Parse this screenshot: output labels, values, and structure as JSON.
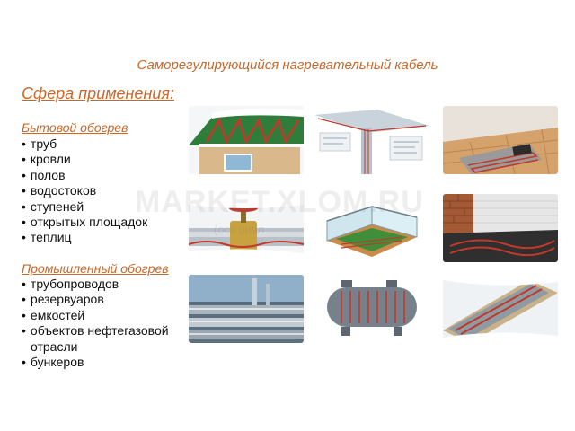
{
  "page": {
    "title": "Саморегулирующийся нагревательный кабель",
    "heading": "Сфера применения:",
    "watermark": "MARKET.XLOM.RU",
    "watermark_sub": "(оск        ривл"
  },
  "sections": [
    {
      "title": "Бытовой обогрев",
      "items": [
        "труб",
        "кровли",
        "полов",
        "водостоков",
        "ступеней",
        "открытых площадок",
        "теплиц"
      ]
    },
    {
      "title": "Промышленный обогрев",
      "items": [
        "трубопроводов",
        "резервуаров",
        "емкостей",
        "объектов нефтегазовой отрасли",
        "бункеров"
      ]
    }
  ],
  "images": [
    {
      "subject": "roof-heating-illustration"
    },
    {
      "subject": "gutter-diagram-illustration"
    },
    {
      "subject": "floor-heating-illustration"
    },
    {
      "subject": "pipe-valve-heating-illustration"
    },
    {
      "subject": "greenhouse-illustration"
    },
    {
      "subject": "wall-floor-heating-illustration"
    },
    {
      "subject": "industrial-pipelines-photo"
    },
    {
      "subject": "tank-heating-illustration"
    },
    {
      "subject": "insulated-pipe-illustration"
    }
  ],
  "colors": {
    "accent": "#c8682a",
    "cable": "#c0392b",
    "text": "#111111"
  }
}
